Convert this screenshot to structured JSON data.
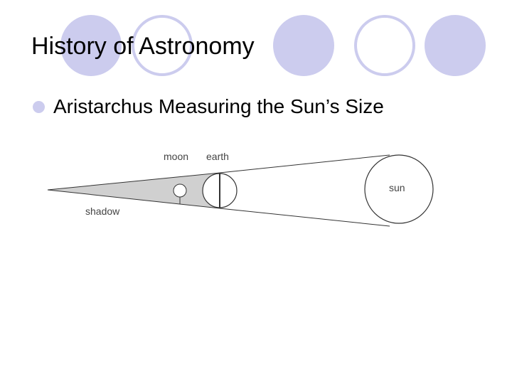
{
  "slide": {
    "title": "History of Astronomy",
    "bullet": "Aristarchus Measuring the Sun’s Size"
  },
  "diagram": {
    "labels": {
      "moon": "moon",
      "earth": "earth",
      "sun": "sun",
      "shadow": "shadow"
    }
  },
  "colors": {
    "circle_fill": "#ccccee",
    "circle_outline": "#ccccee",
    "shadow_fill": "#d0d0d0",
    "line": "#333333"
  }
}
